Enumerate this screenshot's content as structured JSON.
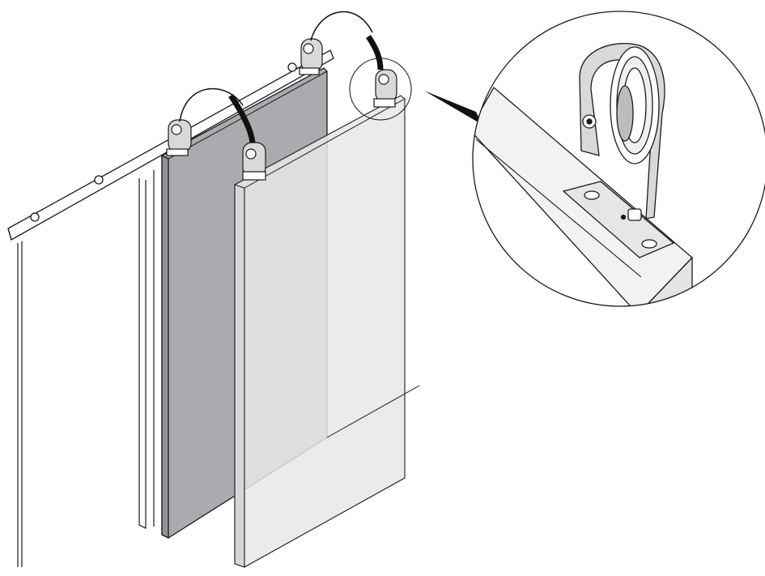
{
  "diagram": {
    "type": "technical-installation-illustration",
    "subject": "sliding-barn-door-hardware",
    "labels": []
  },
  "colors": {
    "background": "#ffffff",
    "line": "#1a1a1a",
    "door_dark": "#a9abae",
    "door_light": "#e6e7e8",
    "track": "#ffffff",
    "hardware": "#d9d9d9",
    "strap_black": "#111111"
  },
  "parts": [
    {
      "name": "wall-frame",
      "kind": "frame"
    },
    {
      "name": "track-rail",
      "kind": "rail"
    },
    {
      "name": "door-panel-back",
      "kind": "door"
    },
    {
      "name": "door-panel-front",
      "kind": "door"
    },
    {
      "name": "roller-hanger",
      "kind": "hardware"
    },
    {
      "name": "detail-callout",
      "kind": "magnified-view"
    }
  ]
}
